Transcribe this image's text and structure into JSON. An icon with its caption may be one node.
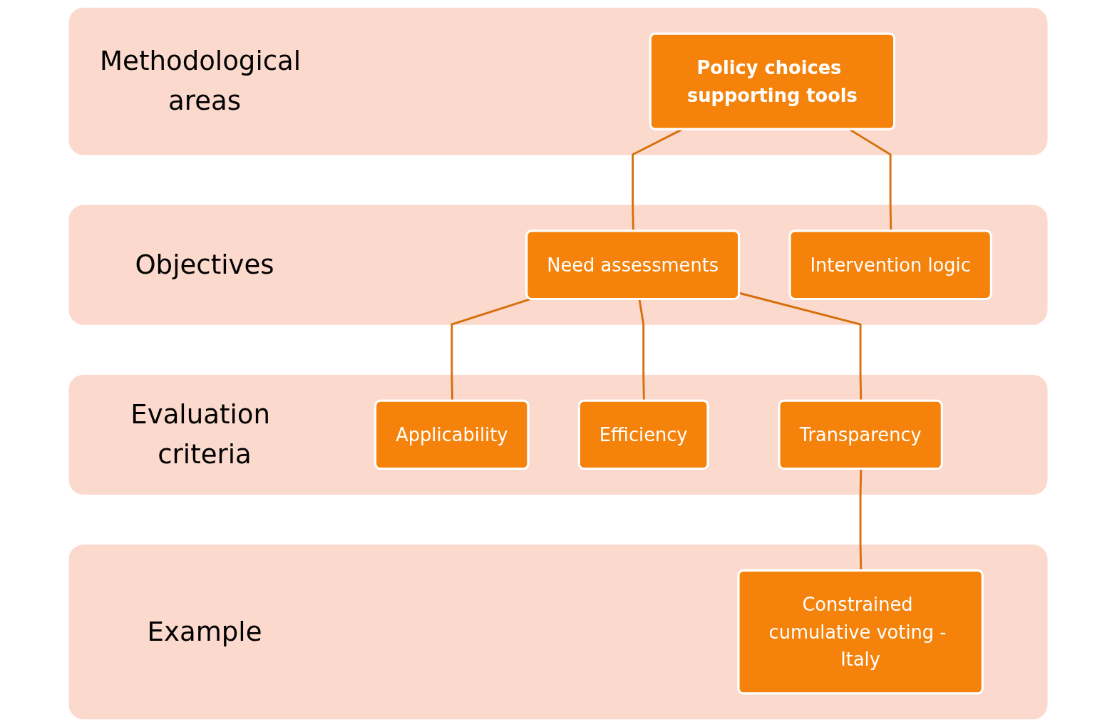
{
  "diagram": {
    "nodes": [
      {
        "text": [
          "Methodological areas"
        ]
      },
      {
        "text": [
          "Policy choices supporting tools"
        ],
        "in": 0
      },
      {
        "text": [
          "Objectives"
        ]
      },
      {
        "text": [
          "Need assessments"
        ],
        "in": 2
      },
      {
        "text": [
          "Intervention logic"
        ],
        "in": 2
      },
      {
        "text": [
          "Evaluation criteria"
        ]
      },
      {
        "text": [
          "Applicability"
        ],
        "in": 5
      },
      {
        "text": [
          "Efficiency"
        ],
        "in": 5
      },
      {
        "text": [
          "Transparency"
        ],
        "in": 5
      },
      {
        "text": [
          "Example"
        ]
      },
      {
        "text": [
          "Constrained cumulative voting - Italy"
        ],
        "in": 9
      }
    ],
    "edges": [
      {
        "from": 1,
        "to": 3,
        "arrow": "none"
      },
      {
        "from": 1,
        "to": 4,
        "arrow": "none"
      },
      {
        "from": 3,
        "to": 6,
        "arrow": "none"
      },
      {
        "from": 3,
        "to": 7,
        "arrow": "none"
      },
      {
        "from": 3,
        "to": 8,
        "arrow": "none"
      },
      {
        "from": 8,
        "to": 10,
        "arrow": "none"
      }
    ]
  }
}
